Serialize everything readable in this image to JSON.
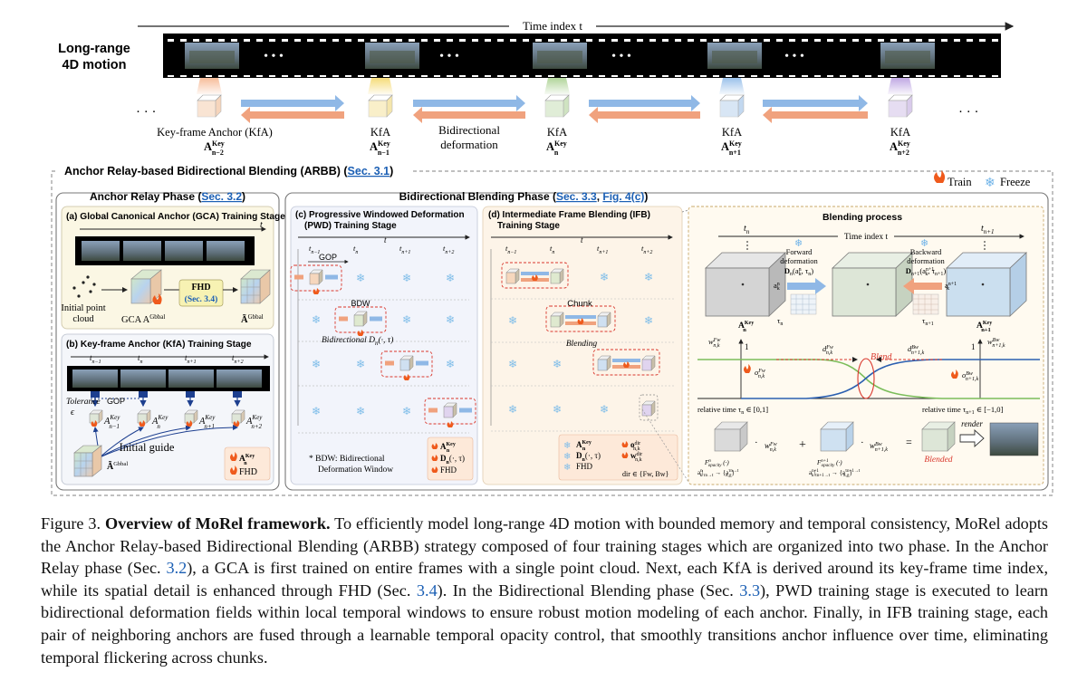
{
  "top": {
    "time_index": "Time index t",
    "long_range_line1": "Long-range",
    "long_range_line2": "4D motion",
    "dots": "• • •",
    "anchors": [
      {
        "label": "Key-frame Anchor (KfA)",
        "sym": "A",
        "sup": "Key",
        "sub": "n−2",
        "color": "#f3c4a0"
      },
      {
        "label": "KfA",
        "sym": "A",
        "sup": "Key",
        "sub": "n−1",
        "color": "#f2dc8a"
      },
      {
        "label": "KfA",
        "sym": "A",
        "sup": "Key",
        "sub": "n",
        "color": "#bcd8a8"
      },
      {
        "label": "KfA",
        "sym": "A",
        "sup": "Key",
        "sub": "n+1",
        "color": "#a9c8ea"
      },
      {
        "label": "KfA",
        "sym": "A",
        "sup": "Key",
        "sub": "n+2",
        "color": "#c9b6e3"
      }
    ],
    "bidir_line1": "Bidirectional",
    "bidir_line2": "deformation",
    "ellipsis": "· · ·"
  },
  "arbb": {
    "title": "Anchor Relay-based Bidirectional Blending (ARBB) (",
    "sec": "Sec. 3.1",
    "close": ")",
    "train": "Train",
    "freeze": "Freeze"
  },
  "relay": {
    "title": "Anchor Relay Phase (",
    "sec": "Sec. 3.2",
    "close": ")",
    "a_title": "(a) Global Canonical Anchor (GCA) Training Stage",
    "t": "t",
    "initial1": "Initial point",
    "initial2": "cloud",
    "gca": "GCA A",
    "gca_sup": "Gbbal",
    "fhd": "FHD",
    "fhd_sec": "(Sec. 3.4)",
    "abar": "Ã",
    "abar_sup": "Gbbal",
    "b_title": "(b) Key-frame Anchor (KfA) Training Stage",
    "tn_labels": [
      "t",
      "t",
      "t",
      "t"
    ],
    "tn_subs": [
      "n−1",
      "n",
      "n+1",
      "n+2"
    ],
    "tolerance": "Tolerance",
    "epsilon": "ϵ",
    "gop": "GOP",
    "anchor_subs": [
      "n−1",
      "n",
      "n+1",
      "n+2"
    ],
    "initial_guide": "Initial guide",
    "legend1": "A",
    "legend1_sup": "Key",
    "legend1_sub": "n",
    "legend2": "FHD"
  },
  "blending": {
    "title": "Bidirectional Blending Phase (",
    "sec": "Sec. 3.3",
    "sep": ", ",
    "fig": "Fig. 4(c)",
    "close": ")",
    "c_title1": "(c) Progressive Windowed Deformation",
    "c_title2": "(PWD) Training Stage",
    "d_title1": "(d) Intermediate Frame Blending (IFB)",
    "d_title2": "Training Stage",
    "t": "t",
    "cols": [
      "t",
      "t",
      "t",
      "t"
    ],
    "col_subs": [
      "n−1",
      "n",
      "n+1",
      "n+2"
    ],
    "gop": "GOP",
    "bdw": "BDW",
    "bidirectional": "Bidirectional D",
    "bidirectional_sub": "n",
    "bidirectional_args": "(·, τ)",
    "chunk": "Chunk",
    "blending_label": "Blending",
    "bdw_note1": "* BDW: Bidirectional",
    "bdw_note2": "Deformation Window",
    "c_legend": [
      "A",
      "D",
      "FHD"
    ],
    "d_legend_left": [
      "A",
      "D",
      "FHD"
    ],
    "d_legend_right": [
      "o",
      "w"
    ],
    "dir_note": "dir ∈ {Fw, Bw}"
  },
  "process": {
    "title": "Blending process",
    "time_index": "Time index t",
    "tn": "t",
    "tn_sub": "n",
    "tn1_sub": "n+1",
    "forward1": "Forward",
    "forward2": "deformation",
    "forward3": "D",
    "forward3_args": "(a",
    "backward1": "Backward",
    "backward2": "deformation",
    "backward3": "D",
    "backward3_args": "(a",
    "blend": "Blend",
    "rel_left": "relative time τ",
    "rel_left_range": " ∈ [0,1]",
    "rel_right": "relative time τ",
    "rel_right_range": " ∈ [−1,0]",
    "render": "render",
    "blended": "Blended",
    "plus": "+",
    "one": "1"
  },
  "caption": {
    "fig": "Figure 3.",
    "bold": "Overview of MoRel framework.",
    "p1": " To efficiently model long-range 4D motion with bounded memory and temporal consistency, MoRel adopts the Anchor Relay-based Bidirectional Blending (ARBB) strategy composed of four training stages which are organized into two phase. In the Anchor Relay phase (Sec. ",
    "ref1": "3.2",
    "p2": "), a GCA is first trained on entire frames with a single point cloud. Next, each KfA is derived around its key-frame time index, while its spatial detail is enhanced through FHD (Sec. ",
    "ref2": "3.4",
    "p3": "). In the Bidirectional Blending phase (Sec. ",
    "ref3": "3.3",
    "p4": "), PWD training stage is executed to learn bidirectional deformation fields within local temporal windows to ensure robust motion modeling of each anchor. Finally, in IFB training stage, each pair of neighboring anchors are fused through a learnable temporal opacity control, that smoothly transitions anchor influence over time, eliminating temporal flickering across chunks."
  },
  "colors": {
    "blue_arrow": "#8fb8e6",
    "orange_arrow": "#f0a27e",
    "red_dash": "#d9362b",
    "green_curve": "#7bbd5a",
    "blue_curve": "#2b5fb0"
  }
}
